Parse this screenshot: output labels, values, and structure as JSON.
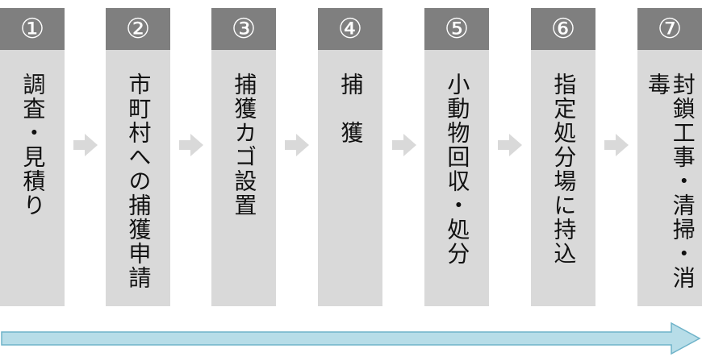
{
  "steps": [
    {
      "number": "①",
      "label": "調査・見積り"
    },
    {
      "number": "②",
      "label": "市町村への捕獲申請"
    },
    {
      "number": "③",
      "label": "捕獲カゴ設置"
    },
    {
      "number": "④",
      "label": "捕　獲"
    },
    {
      "number": "⑤",
      "label": "小動物回収・処分"
    },
    {
      "number": "⑥",
      "label": "指定処分場に持込"
    },
    {
      "number": "⑦",
      "label": "封鎖工事・清掃・消毒"
    }
  ],
  "colors": {
    "header": "#7f7f7f",
    "body": "#d9d9d9",
    "connector": "#d9d9d9",
    "flow_arrow_fill": "#b7dde8",
    "flow_arrow_stroke": "#6fb3c9"
  }
}
